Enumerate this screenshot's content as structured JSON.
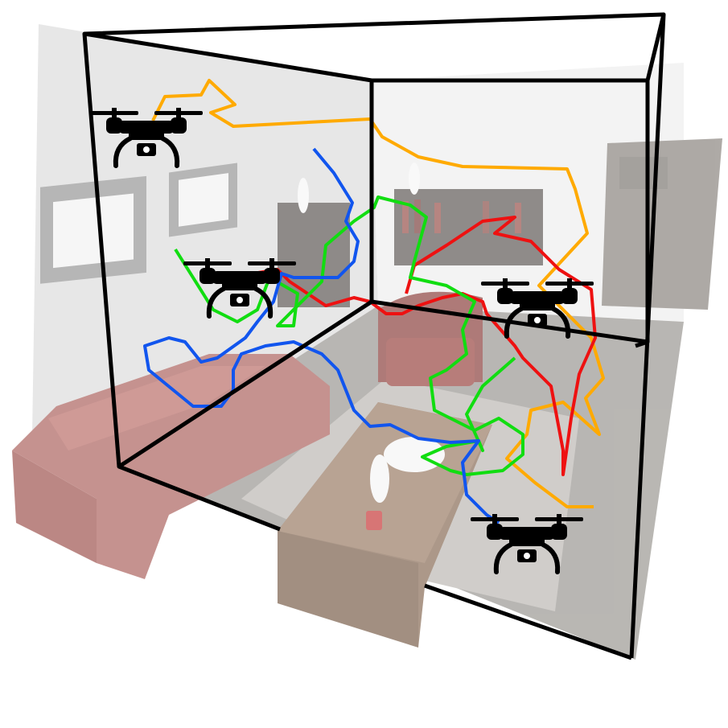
{
  "scene": {
    "description_free": true,
    "colors": {
      "background": "#ffffff",
      "wall_left": "#dcdcdc",
      "wall_back": "#e9e9ea",
      "floor": "#8d8a86",
      "sofa": "#a4524d",
      "table": "#7a5a42",
      "frame": "#000000"
    }
  },
  "drones": [
    {
      "id": "drone-top-left",
      "icon": "drone-icon"
    },
    {
      "id": "drone-center-left",
      "icon": "drone-icon"
    },
    {
      "id": "drone-right",
      "icon": "drone-icon"
    },
    {
      "id": "drone-bottom-right",
      "icon": "drone-icon"
    }
  ],
  "trajectories": [
    {
      "id": "trajectory-orange",
      "color": "#ffaa00"
    },
    {
      "id": "trajectory-red",
      "color": "#ee1111"
    },
    {
      "id": "trajectory-green",
      "color": "#11dd11"
    },
    {
      "id": "trajectory-blue",
      "color": "#1155ee"
    }
  ]
}
